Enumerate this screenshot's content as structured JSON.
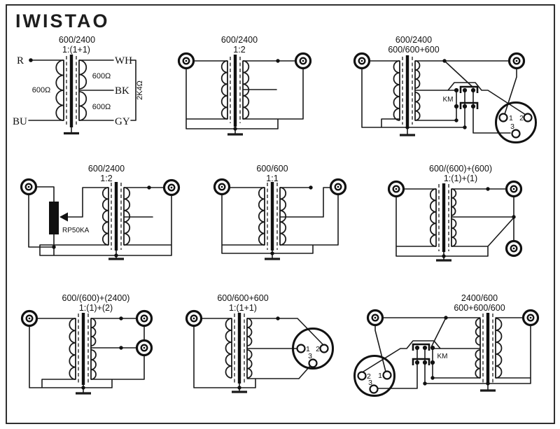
{
  "brand": "IWISTAO",
  "diagrams": {
    "d1": {
      "title1": "600/2400",
      "title2": "1:(1+1)",
      "term_left_top": "R",
      "term_left_bottom": "BU",
      "term_right_top": "WH",
      "term_right_mid": "BK",
      "term_right_bottom": "GY",
      "imp_primary": "600Ω",
      "imp_sec_top": "600Ω",
      "imp_sec_bottom": "600Ω",
      "imp_total": "2K4Ω"
    },
    "d2": {
      "title1": "600/2400",
      "title2": "1:2"
    },
    "d3": {
      "title1": "600/2400",
      "title2": "600/600+600",
      "switch_label": "KM",
      "pin1": "1",
      "pin2": "2",
      "pin3": "3"
    },
    "d4": {
      "title1": "600/2400",
      "title2": "1:2",
      "pot_label": "RP50KA"
    },
    "d5": {
      "title1": "600/600",
      "title2": "1:1"
    },
    "d6": {
      "title1": "600/(600)+(600)",
      "title2": "1:(1)+(1)"
    },
    "d7": {
      "title1": "600/(600)+(2400)",
      "title2": "1:(1)+(2)"
    },
    "d8": {
      "title1": "600/600+600",
      "title2": "1:(1+1)",
      "pin1": "1",
      "pin2": "2",
      "pin3": "3"
    },
    "d9": {
      "title1": "2400/600",
      "title2": "600+600/600",
      "switch_label": "KM",
      "pin1": "1",
      "pin2": "2",
      "pin3": "3"
    }
  },
  "colors": {
    "ink": "#1a1a1a",
    "paper": "#ffffff"
  }
}
